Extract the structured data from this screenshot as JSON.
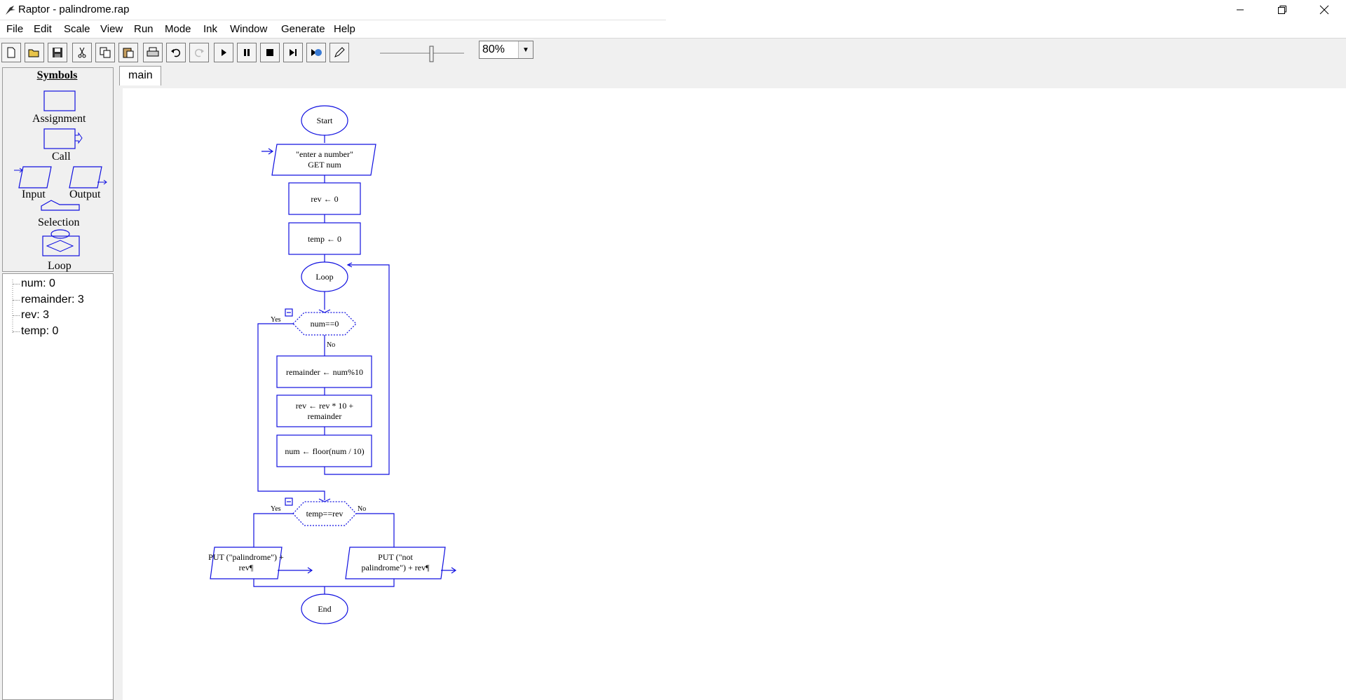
{
  "window": {
    "title": "Raptor - palindrome.rap"
  },
  "menu": [
    "File",
    "Edit",
    "Scale",
    "View",
    "Run",
    "Mode",
    "Ink",
    "Window",
    "Generate",
    "Help"
  ],
  "toolbar": {
    "zoom": "80%"
  },
  "symbols": {
    "title": "Symbols",
    "assignment": "Assignment",
    "call": "Call",
    "input": "Input",
    "output": "Output",
    "selection": "Selection",
    "loop": "Loop"
  },
  "variables": [
    "num: 0",
    "remainder: 3",
    "rev: 3",
    "temp: 0"
  ],
  "tab": "main",
  "flowchart": {
    "start": "Start",
    "input_prompt": "\"enter a number\"",
    "input_get": "GET num",
    "assign_rev": "rev ← 0",
    "assign_temp": "temp ← 0",
    "loop": "Loop",
    "loop_cond": "num==0",
    "loop_yes": "Yes",
    "loop_no": "No",
    "stmt1": "remainder ← num%10",
    "stmt2a": "rev ← rev * 10 +",
    "stmt2b": "remainder",
    "stmt3": "num ← floor(num / 10)",
    "sel_cond": "temp==rev",
    "sel_yes": "Yes",
    "sel_no": "No",
    "out_yes_a": "PUT (\"palindrome\") +",
    "out_yes_b": "rev¶",
    "out_no_a": "PUT (\"not",
    "out_no_b": "palindrome\") + rev¶",
    "end": "End"
  }
}
